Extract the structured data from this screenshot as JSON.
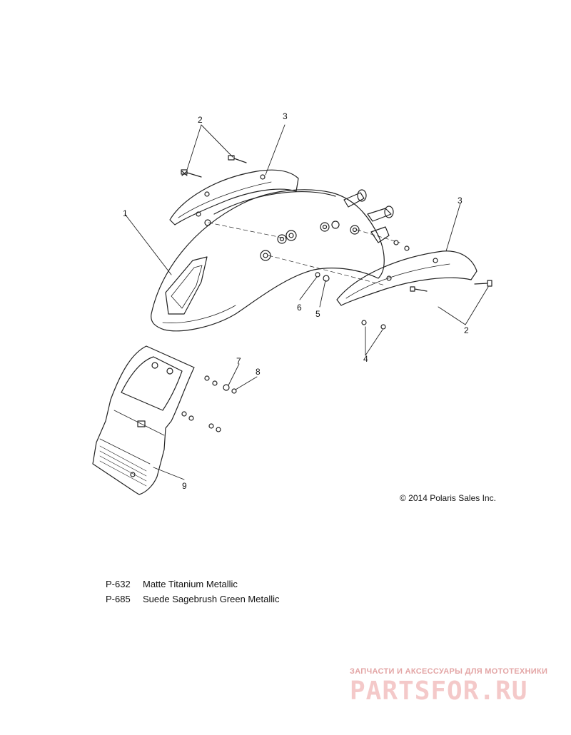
{
  "callouts": [
    {
      "id": "c1",
      "label": "1"
    },
    {
      "id": "c2a",
      "label": "2"
    },
    {
      "id": "c2b",
      "label": "2"
    },
    {
      "id": "c3a",
      "label": "3"
    },
    {
      "id": "c3b",
      "label": "3"
    },
    {
      "id": "c4",
      "label": "4"
    },
    {
      "id": "c5",
      "label": "5"
    },
    {
      "id": "c6",
      "label": "6"
    },
    {
      "id": "c7",
      "label": "7"
    },
    {
      "id": "c8",
      "label": "8"
    },
    {
      "id": "c9",
      "label": "9"
    }
  ],
  "copyright": "© 2014 Polaris Sales Inc.",
  "paint_codes": [
    {
      "code": "P-632",
      "name": "Matte Titanium Metallic"
    },
    {
      "code": "P-685",
      "name": "Suede Sagebrush Green Metallic"
    }
  ],
  "watermark": {
    "tagline": "ЗАПЧАСТИ И АКСЕССУАРЫ ДЛЯ МОТОТЕХНИКИ",
    "logo": "PARTSFOR.RU"
  },
  "colors": {
    "line": "#222222",
    "watermark": "#e3a5a5"
  }
}
